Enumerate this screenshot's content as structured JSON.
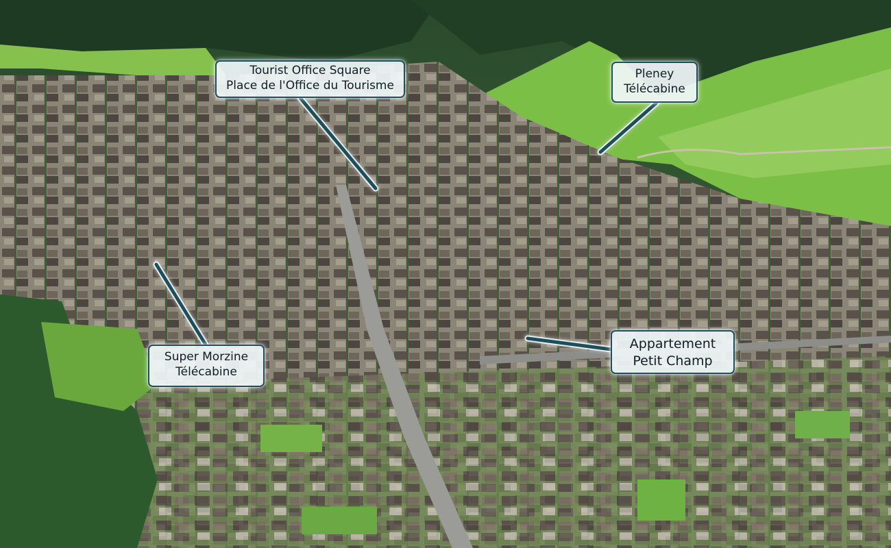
{
  "scene": {
    "description_icon": "aerial-village-icon",
    "colors": {
      "meadow": "#7fbf4a",
      "forest": "#234626",
      "roof": "#4e4a45",
      "road": "#8e8e8c",
      "pointer": "#1f4f5c"
    }
  },
  "labels": {
    "tourist_office": {
      "line1": "Tourist Office Square",
      "line2": "Place de l'Office du Tourisme"
    },
    "pleney": {
      "line1": "Pleney",
      "line2": "Télécabine"
    },
    "super_morzine": {
      "line1": "Super Morzine",
      "line2": "Télécabine"
    },
    "appartement": {
      "line1": "Appartement",
      "line2": "Petit Champ"
    }
  }
}
